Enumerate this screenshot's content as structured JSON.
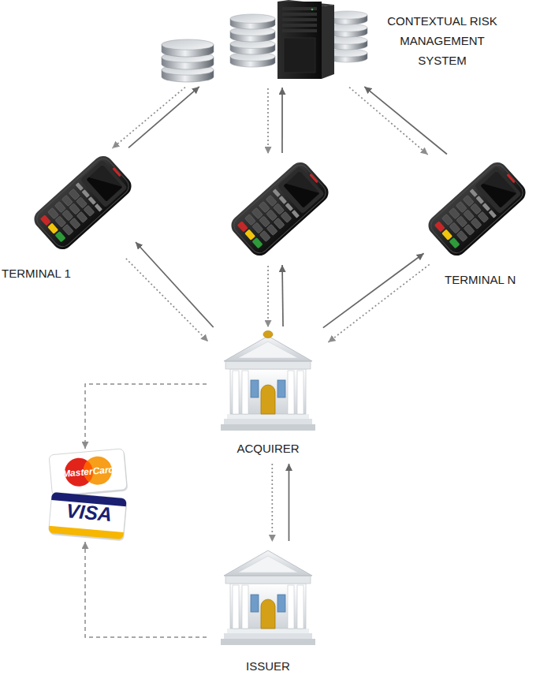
{
  "diagram": {
    "nodes": [
      {
        "text": [
          "CONTEXTUAL RISK MANAGEMENT SYSTEM"
        ]
      },
      {
        "text": [
          "TERMINAL 1"
        ]
      },
      {
        "text": []
      },
      {
        "text": [
          "TERMINAL N"
        ]
      },
      {
        "text": [
          "ACQUIRER"
        ]
      },
      {
        "text": [
          "MasterCard",
          "VISA"
        ]
      },
      {
        "text": [
          "ISSUER"
        ]
      }
    ],
    "edges": [
      {
        "from": 0,
        "to": 1,
        "arrow": "to"
      },
      {
        "from": 1,
        "to": 0,
        "arrow": "to"
      },
      {
        "from": 0,
        "to": 2,
        "arrow": "to"
      },
      {
        "from": 2,
        "to": 0,
        "arrow": "to"
      },
      {
        "from": 0,
        "to": 3,
        "arrow": "to"
      },
      {
        "from": 3,
        "to": 0,
        "arrow": "to"
      },
      {
        "from": 1,
        "to": 4,
        "arrow": "to"
      },
      {
        "from": 4,
        "to": 1,
        "arrow": "to"
      },
      {
        "from": 2,
        "to": 4,
        "arrow": "to"
      },
      {
        "from": 4,
        "to": 2,
        "arrow": "to"
      },
      {
        "from": 3,
        "to": 4,
        "arrow": "to"
      },
      {
        "from": 4,
        "to": 3,
        "arrow": "to"
      },
      {
        "from": 4,
        "to": 6,
        "arrow": "to"
      },
      {
        "from": 6,
        "to": 4,
        "arrow": "to"
      },
      {
        "from": 4,
        "to": 5,
        "arrow": "to"
      },
      {
        "from": 6,
        "to": 5,
        "arrow": "to"
      }
    ]
  }
}
